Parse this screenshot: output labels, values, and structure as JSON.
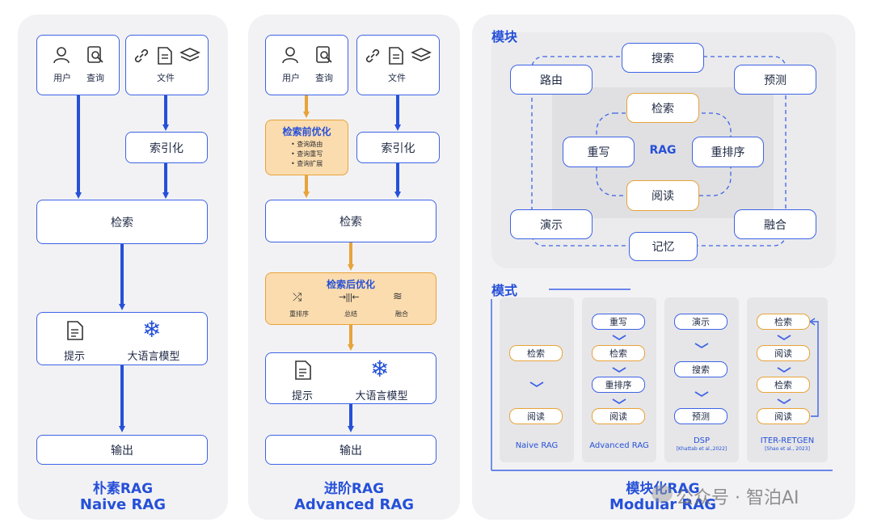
{
  "naive": {
    "user": "用户",
    "query": "查询",
    "files": "文件",
    "index": "索引化",
    "retrieve": "检索",
    "prompt": "提示",
    "llm": "大语言模型",
    "output": "输出",
    "title_cn": "朴素RAG",
    "title_en": "Naive RAG"
  },
  "advanced": {
    "user": "用户",
    "query": "查询",
    "files": "文件",
    "index": "索引化",
    "pre_title": "检索前优化",
    "pre_items": [
      "查询路由",
      "查询重写",
      "查询扩展"
    ],
    "retrieve": "检索",
    "post_title": "检索后优化",
    "post_rerank": "重排序",
    "post_summary": "总结",
    "post_fusion": "融合",
    "prompt": "提示",
    "llm": "大语言模型",
    "output": "输出",
    "title_cn": "进阶RAG",
    "title_en": "Advanced RAG"
  },
  "modular": {
    "modules_title": "模块",
    "modules": {
      "search": "搜索",
      "routing": "路由",
      "predict": "预测",
      "retrieve": "检索",
      "rewrite": "重写",
      "rag": "RAG",
      "rerank": "重排序",
      "read": "阅读",
      "demonstrate": "演示",
      "fusion": "融合",
      "memory": "记忆"
    },
    "patterns_title": "模式",
    "patterns": {
      "naive": {
        "items": [
          "检索",
          "阅读"
        ],
        "caption": "Naive RAG"
      },
      "advanced": {
        "items": [
          "重写",
          "检索",
          "重排序",
          "阅读"
        ],
        "caption": "Advanced RAG"
      },
      "dsp": {
        "items": [
          "演示",
          "搜索",
          "预测"
        ],
        "caption": "DSP",
        "cite": "[Khattab et al.,2022]"
      },
      "iter": {
        "items": [
          "检索",
          "阅读",
          "检索",
          "阅读"
        ],
        "caption": "ITER-RETGEN",
        "cite": "[Shao et al., 2023]"
      }
    },
    "title_cn": "模块化RAG",
    "title_en": "Modular RAG"
  },
  "watermark": "公众号 · 智泊AI",
  "colors": {
    "blue": "#3d63e6",
    "orange": "#e8a33a",
    "orange_fill": "#fbdcae",
    "panel": "#f2f2f4"
  }
}
